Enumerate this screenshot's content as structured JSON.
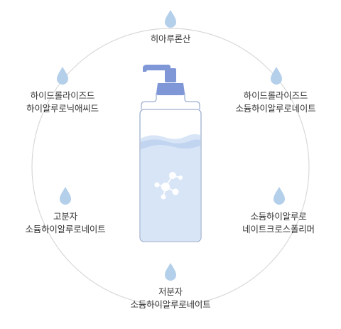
{
  "colors": {
    "drop": "#b3cfea",
    "circle": "#d9d9d9",
    "pump": "#7f97d7",
    "bottle_outline": "#9fb0cf",
    "liquid": "#d8e5f7",
    "molecule": "#ffffff",
    "text": "#333333"
  },
  "ingredients": [
    {
      "id": "top",
      "lines": [
        "히아루론산"
      ]
    },
    {
      "id": "upper-left",
      "lines": [
        "하이드롤라이즈드",
        "하이알루로닉애씨드"
      ]
    },
    {
      "id": "upper-right",
      "lines": [
        "하이드롤라이즈드",
        "소듐하이알루로네이트"
      ]
    },
    {
      "id": "lower-left",
      "lines": [
        "고분자",
        "소듐하이알루로네이트"
      ]
    },
    {
      "id": "lower-right",
      "lines": [
        "소듐하이알루로",
        "네이트크로스폴리머"
      ]
    },
    {
      "id": "bottom",
      "lines": [
        "저분자",
        "소듐하이알루로네이트"
      ]
    }
  ]
}
